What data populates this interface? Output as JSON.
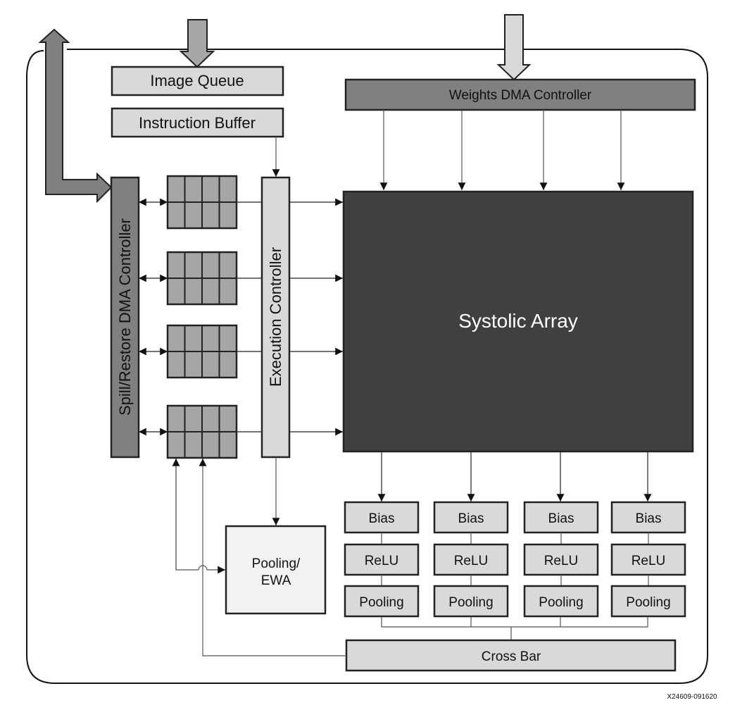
{
  "diagram": {
    "colors": {
      "light_block": "#d9d9d9",
      "mid_block": "#a6a6a6",
      "dark_block": "#808080",
      "systolic": "#404040",
      "pooling_ewa": "#f2f2f2"
    },
    "blocks": {
      "image_queue": "Image Queue",
      "instruction_buffer": "Instruction Buffer",
      "weights_dma": "Weights DMA Controller",
      "spill_restore_dma": "Spill/Restore DMA Controller",
      "execution_controller": "Execution Controller",
      "systolic_array": "Systolic Array",
      "pooling_ewa_line1": "Pooling/",
      "pooling_ewa_line2": "EWA",
      "cross_bar": "Cross Bar"
    },
    "pipelines": [
      {
        "stages": [
          "Bias",
          "ReLU",
          "Pooling"
        ]
      },
      {
        "stages": [
          "Bias",
          "ReLU",
          "Pooling"
        ]
      },
      {
        "stages": [
          "Bias",
          "ReLU",
          "Pooling"
        ]
      },
      {
        "stages": [
          "Bias",
          "ReLU",
          "Pooling"
        ]
      }
    ],
    "buffer_banks": 4,
    "figure_id": "X24609-091620"
  }
}
